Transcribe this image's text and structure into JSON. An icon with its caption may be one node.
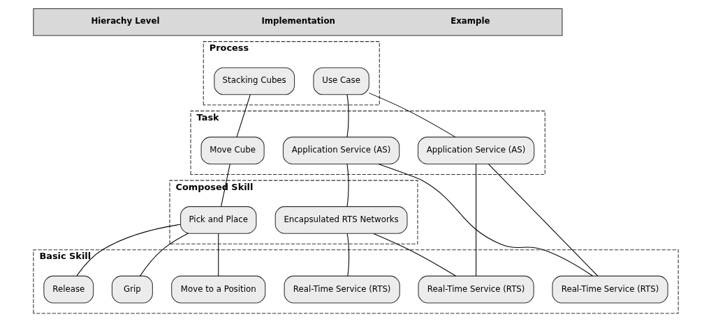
{
  "diagram": {
    "nodes": [
      {
        "text": [
          "Hierachy Level",
          "Implementation",
          "Example"
        ]
      },
      {
        "text": [
          "Process"
        ]
      },
      {
        "text": [
          "Use Case"
        ],
        "in": 1
      },
      {
        "text": [
          "Stacking Cubes"
        ],
        "in": 1
      },
      {
        "text": [
          "Task"
        ]
      },
      {
        "text": [
          "Application Service (AS)"
        ],
        "in": 4
      },
      {
        "text": [
          "Application Service (AS)"
        ],
        "in": 4
      },
      {
        "text": [
          "Move Cube"
        ],
        "in": 4
      },
      {
        "text": [
          "Composed Skill"
        ]
      },
      {
        "text": [
          "Encapsulated RTS Networks"
        ],
        "in": 8
      },
      {
        "text": [
          "Pick and Place"
        ],
        "in": 8
      },
      {
        "text": [
          "Basic Skill"
        ]
      },
      {
        "text": [
          "Real-Time Service (RTS)"
        ],
        "in": 11
      },
      {
        "text": [
          "Real-Time Service (RTS)"
        ],
        "in": 11
      },
      {
        "text": [
          "Real-Time Service (RTS)"
        ],
        "in": 11
      },
      {
        "text": [
          "Move to a Position"
        ],
        "in": 11
      },
      {
        "text": [
          "Grip"
        ],
        "in": 11
      },
      {
        "text": [
          "Release"
        ],
        "in": 11
      }
    ],
    "edges": [
      {
        "from": 2,
        "to": 5,
        "arrow": "none"
      },
      {
        "from": 2,
        "to": 6,
        "arrow": "none"
      },
      {
        "from": 3,
        "to": 7,
        "arrow": "none"
      },
      {
        "from": 5,
        "to": 9,
        "arrow": "none"
      },
      {
        "from": 5,
        "to": 14,
        "arrow": "none"
      },
      {
        "from": 6,
        "to": 13,
        "arrow": "none"
      },
      {
        "from": 6,
        "to": 14,
        "arrow": "none"
      },
      {
        "from": 7,
        "to": 10,
        "arrow": "none"
      },
      {
        "from": 9,
        "to": 12,
        "arrow": "none"
      },
      {
        "from": 9,
        "to": 13,
        "arrow": "none"
      },
      {
        "from": 10,
        "to": 15,
        "arrow": "none"
      },
      {
        "from": 10,
        "to": 16,
        "arrow": "none"
      },
      {
        "from": 10,
        "to": 17,
        "arrow": "none"
      }
    ]
  }
}
